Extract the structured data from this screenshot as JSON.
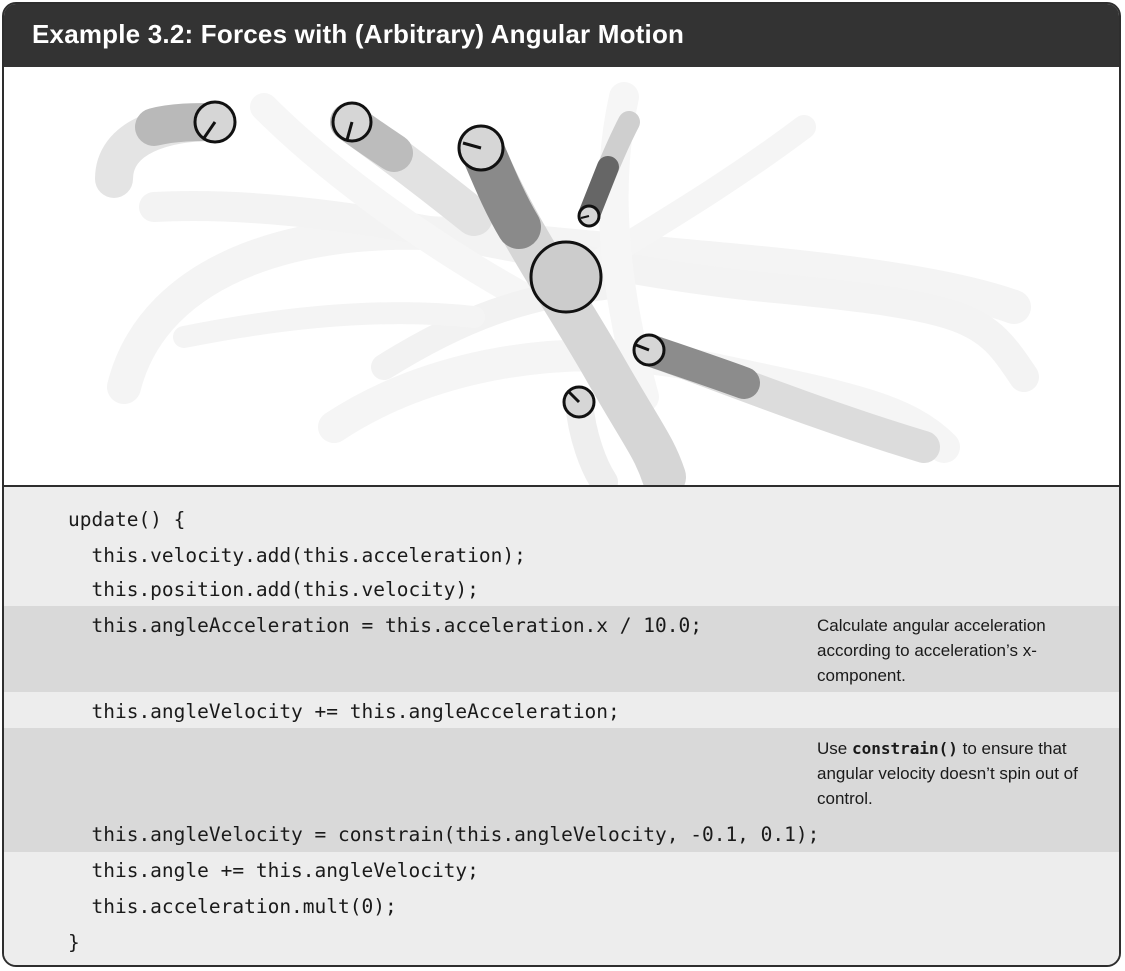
{
  "header": {
    "title": "Example 3.2: Forces with (Arbitrary) Angular Motion"
  },
  "colors": {
    "header_bg": "#333333",
    "code_bg": "#ededed",
    "highlight_bg": "#d9d9d9",
    "mover_fill": "#d6d6d6",
    "attractor_fill": "#cccccc"
  },
  "code": {
    "lines": [
      "update() {",
      "  this.velocity.add(this.acceleration);",
      "  this.position.add(this.velocity);",
      "  this.angleAcceleration = this.acceleration.x / 10.0;",
      "  this.angleVelocity += this.angleAcceleration;",
      "  this.angleVelocity = constrain(this.angleVelocity, -0.1, 0.1);",
      "  this.angle += this.angleVelocity;",
      "  this.acceleration.mult(0);",
      "}"
    ]
  },
  "annotations": {
    "angular_acceleration": "Calculate angular acceleration according to acceleration’s x-component.",
    "constrain_prefix": "Use ",
    "constrain_code": "constrain()",
    "constrain_suffix": " to ensure that angular velocity doesn’t spin out of control."
  },
  "icons": [
    "attractor-circle",
    "mover-circle"
  ]
}
